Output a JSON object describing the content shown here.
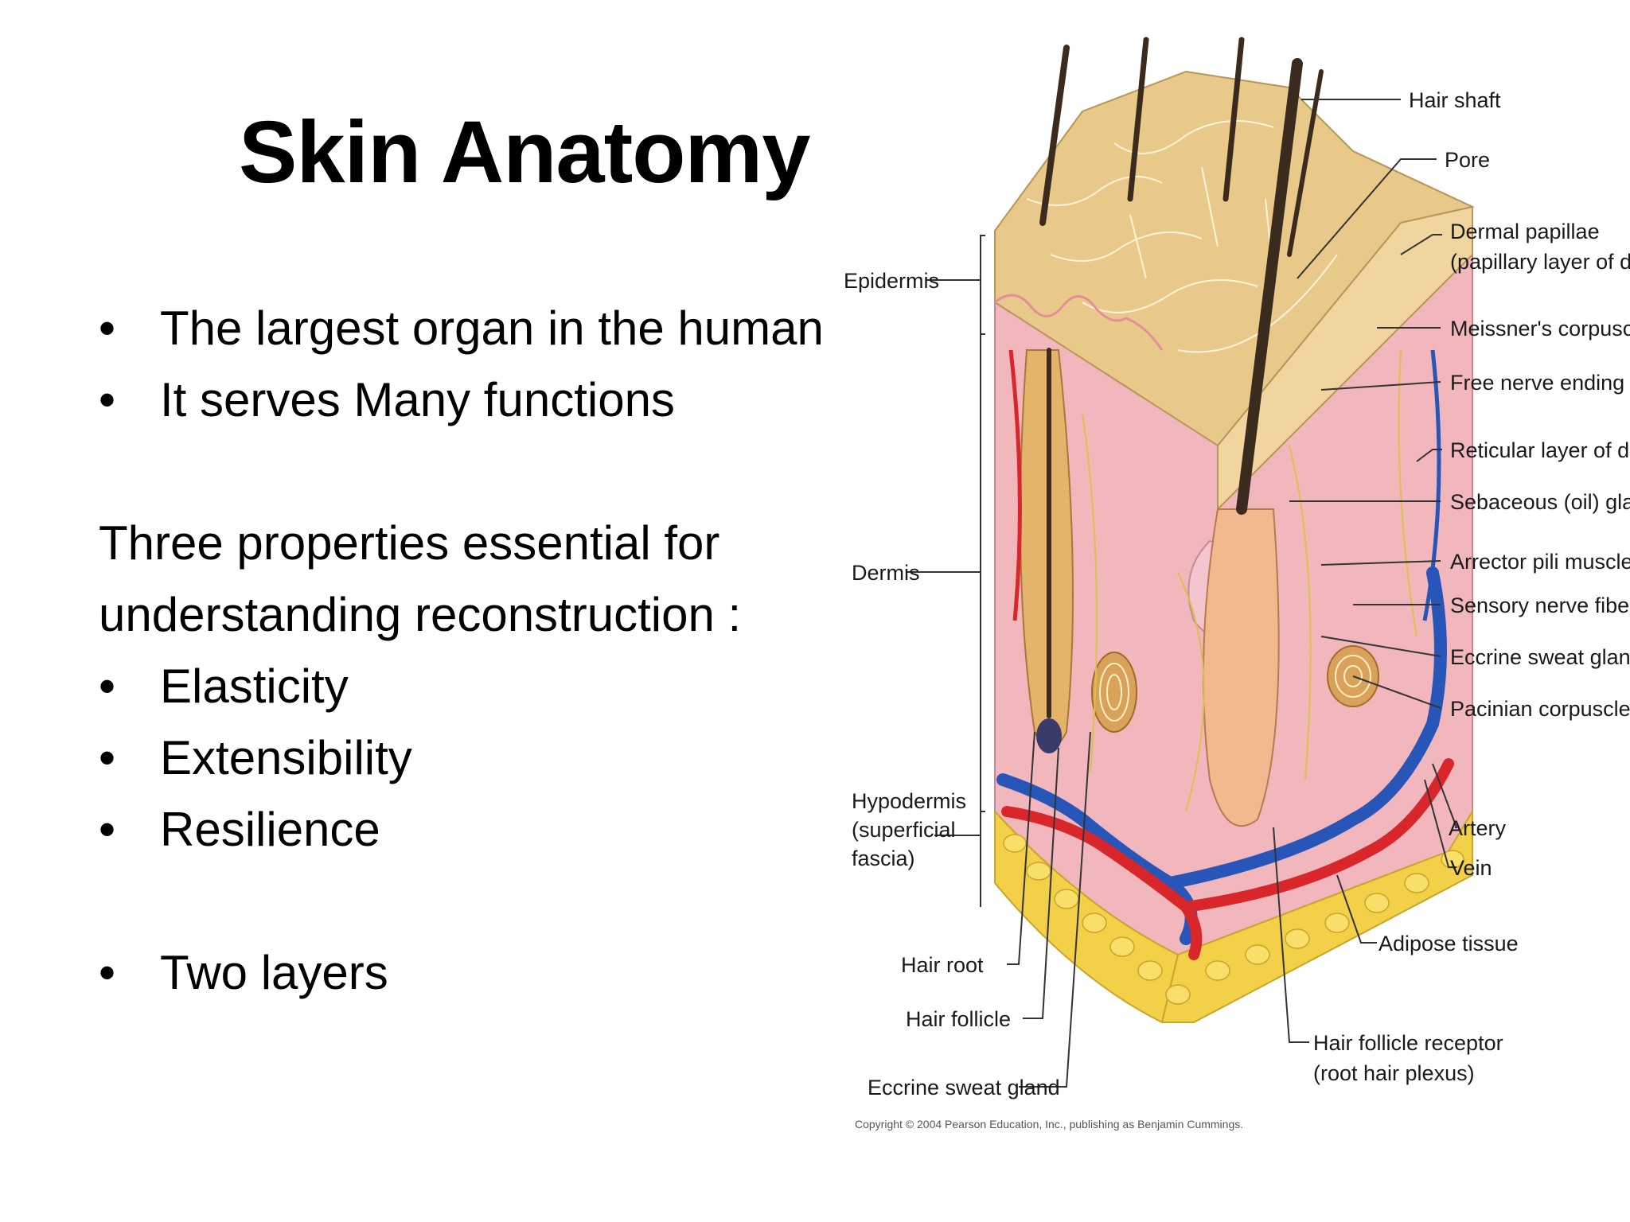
{
  "slide": {
    "title": "Skin Anatomy",
    "bullet_char": "•",
    "bullets_top": [
      "The largest organ in the human",
      "It serves Many functions"
    ],
    "properties_intro": [
      "Three properties essential for",
      "understanding reconstruction :"
    ],
    "properties": [
      "Elasticity",
      "Extensibility",
      "Resilience"
    ],
    "last_bullet": "Two layers"
  },
  "figure": {
    "labels_left": {
      "epidermis": "Epidermis",
      "dermis": "Dermis",
      "hypodermis_1": "Hypodermis",
      "hypodermis_2": "(superficial",
      "hypodermis_3": "fascia)",
      "hair_root": "Hair root",
      "hair_follicle": "Hair follicle",
      "eccrine_sweat_gland": "Eccrine sweat gland"
    },
    "labels_right": {
      "hair_shaft": "Hair shaft",
      "pore": "Pore",
      "dermal_papillae_1": "Dermal papillae",
      "dermal_papillae_2": "(papillary layer of dermis)",
      "meissner": "Meissner's corpuscle",
      "free_nerve": "Free nerve ending",
      "reticular": "Reticular layer of dermis",
      "sebaceous": "Sebaceous (oil) gland",
      "arrector": "Arrector pili muscle",
      "sensory_nerve": "Sensory nerve fiber",
      "eccrine_right": "Eccrine sweat gland",
      "pacinian": "Pacinian corpuscle",
      "artery": "Artery",
      "vein": "Vein",
      "adipose": "Adipose tissue",
      "hair_receptor_1": "Hair follicle receptor",
      "hair_receptor_2": "(root hair plexus)"
    },
    "copyright": "Copyright © 2004 Pearson Education, Inc., publishing as Benjamin Cummings.",
    "colors": {
      "epidermis": "#e9c98a",
      "dermis": "#f1b7bd",
      "adipose": "#f2d048",
      "artery": "#d8262b",
      "vein": "#2755b8",
      "hair": "#3b2a1e"
    }
  }
}
